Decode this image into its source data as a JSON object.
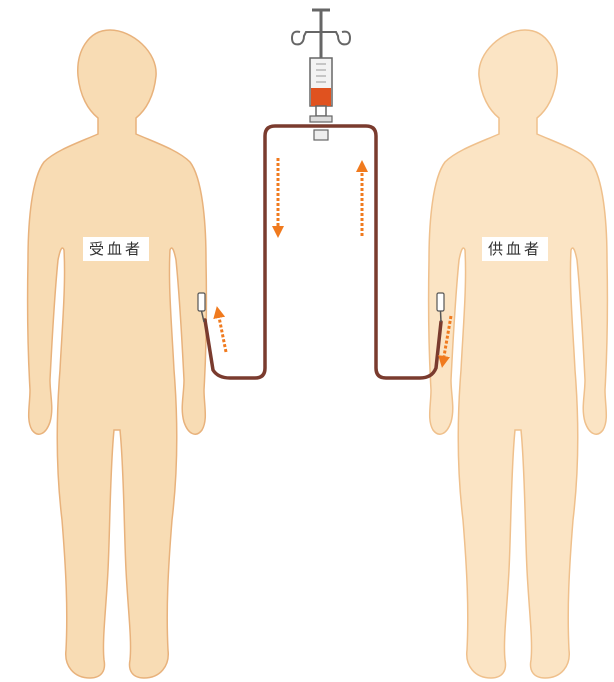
{
  "labels": {
    "recipient": "受血者",
    "donor": "供血者"
  },
  "colors": {
    "body_fill": "#f8dcb4",
    "body_fill_right": "#fbe4c4",
    "body_outline": "#e8b27c",
    "tube": "#7a3b2e",
    "arrow": "#f07a1e",
    "syringe_blood": "#e0521f",
    "syringe_metal": "#555555",
    "background": "#ffffff"
  },
  "flow": {
    "from": "donor",
    "to": "recipient",
    "via": "syringe"
  }
}
